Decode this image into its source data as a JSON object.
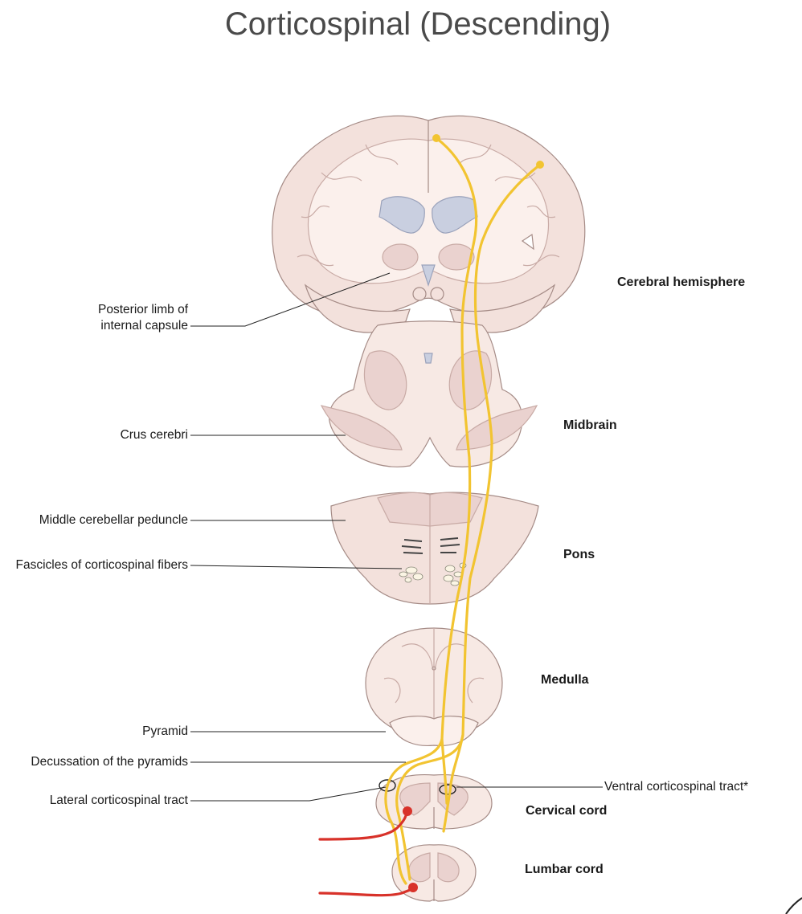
{
  "title": "Corticospinal (Descending)",
  "colors": {
    "tract": "#f2c431",
    "motor_neuron": "#d8322a",
    "tissue_fill": "#f3e1dc",
    "tissue_dark": "#e8cccc",
    "ventricle": "#c9cfe0",
    "outline": "#a58b86"
  },
  "labels": {
    "posterior_limb_line1": "Posterior limb of",
    "posterior_limb_line2": "internal capsule",
    "crus_cerebri": "Crus cerebri",
    "middle_cerebellar_peduncle": "Middle cerebellar peduncle",
    "fascicles": "Fascicles of corticospinal fibers",
    "pyramid": "Pyramid",
    "decussation": "Decussation of the pyramids",
    "lateral_tract": "Lateral corticospinal tract",
    "ventral_tract": "Ventral corticospinal tract*"
  },
  "regions": {
    "cerebral_hemisphere": "Cerebral hemisphere",
    "midbrain": "Midbrain",
    "pons": "Pons",
    "medulla": "Medulla",
    "cervical_cord": "Cervical cord",
    "lumbar_cord": "Lumbar cord"
  }
}
